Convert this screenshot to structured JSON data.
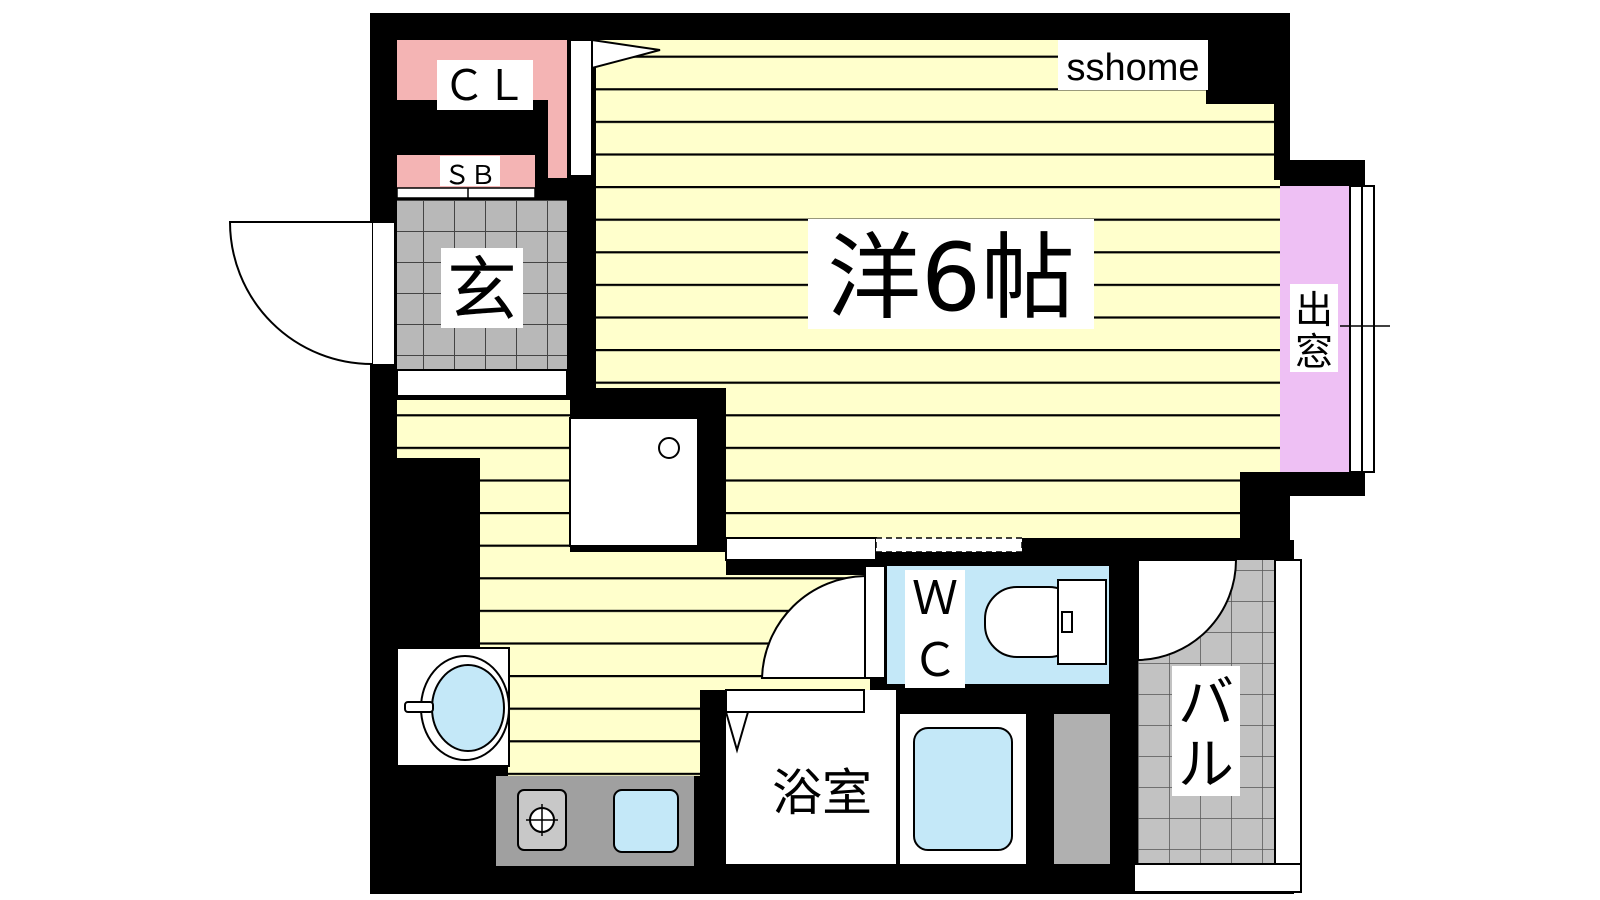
{
  "floor_plan": {
    "watermark": "sshome",
    "rooms": {
      "western_room": {
        "label": "洋6帖",
        "area_jo": 6
      },
      "entrance": {
        "label": "玄"
      },
      "closet": {
        "label": "ＣＬ"
      },
      "shoe_box": {
        "label": "ＳＢ"
      },
      "bay_window": {
        "label_1": "出",
        "label_2": "窓"
      },
      "toilet": {
        "label_1": "Ｗ",
        "label_2": "Ｃ"
      },
      "bathroom": {
        "label": "浴室"
      },
      "balcony": {
        "label_1": "バ",
        "label_2": "ル"
      }
    },
    "colors": {
      "wall": "#000000",
      "floor_wood": "#ffffcc",
      "wood_lines": "#000000",
      "closet": "#f4b4b4",
      "bay_window": "#eec0f4",
      "fixtures": "#c4e8f8",
      "tile": "#b8b8b8",
      "tile_lines": "#444444",
      "kitchen_counter": "#a0a0a0"
    }
  }
}
